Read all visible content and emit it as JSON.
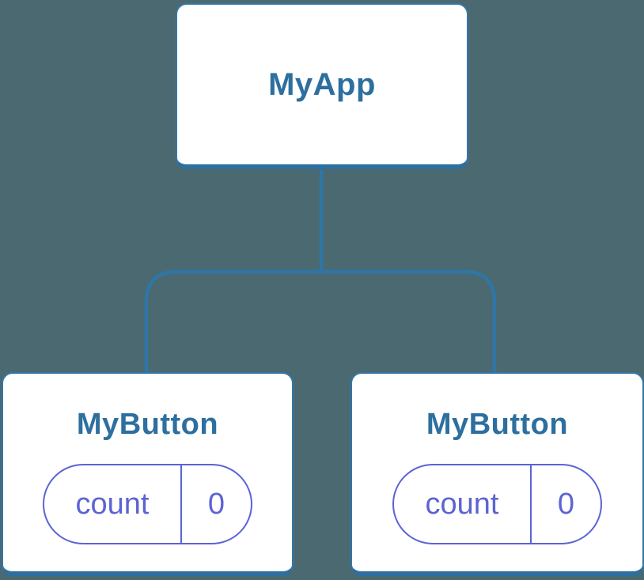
{
  "diagram": {
    "description": "Component tree: MyApp parent with two MyButton children, each holding local state",
    "root": {
      "label": "MyApp"
    },
    "children": [
      {
        "label": "MyButton",
        "state": {
          "name": "count",
          "value": "0"
        }
      },
      {
        "label": "MyButton",
        "state": {
          "name": "count",
          "value": "0"
        }
      }
    ]
  },
  "colors": {
    "background": "#4B6971",
    "node_fill": "#FFFFFF",
    "node_border": "#3577A8",
    "node_accent_bottom": "#2E6F9F",
    "connector_line": "#2E76A8",
    "title_text": "#2D6F9E",
    "state_purple": "#5C63D4"
  }
}
